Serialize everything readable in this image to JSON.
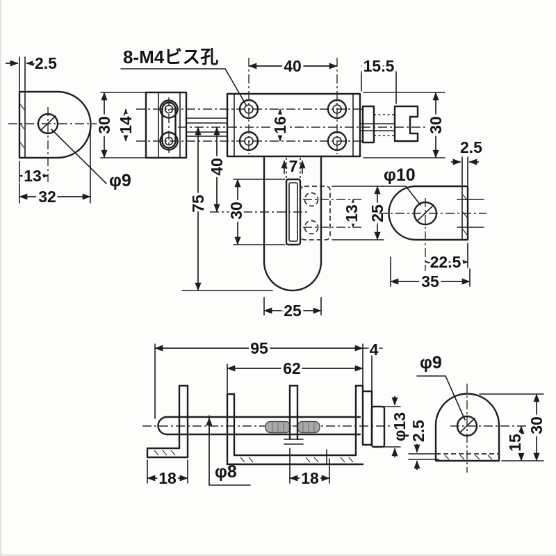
{
  "drawing": {
    "bg": "#fdfdfc",
    "ink": "#1e1e1e",
    "note_screw_holes": "8-M4ビス孔",
    "front_left_plate": {
      "thickness": "2.5",
      "hole_offset": "13",
      "width": "32",
      "hole_dia": "φ9"
    },
    "keeper_plate": {
      "height": "30",
      "hole_pitch": "14"
    },
    "main_body": {
      "hole_pitch_h": "40",
      "knob_offset": "15.5",
      "hole_pitch_v": "16",
      "height": "30"
    },
    "hasp": {
      "axis_to_slot": "40",
      "length": "75",
      "slot_length": "30",
      "slot_width": "7",
      "hole_pitch": "13",
      "plate_height": "25",
      "width": "25"
    },
    "right_keeper_plate": {
      "thickness": "2.5",
      "hole_dia": "φ10",
      "hole_offset": "22.5",
      "width": "35"
    },
    "side_view": {
      "overall_length": "95",
      "body_length": "62",
      "plate_thickness": "4",
      "left_foot": "18",
      "rod_dia": "φ8",
      "right_foot": "18",
      "collar_dia": "φ13",
      "plate_bottom_thickness": "2.5"
    },
    "end_plate": {
      "hole_dia": "φ9",
      "hole_height": "15",
      "height": "30"
    }
  }
}
